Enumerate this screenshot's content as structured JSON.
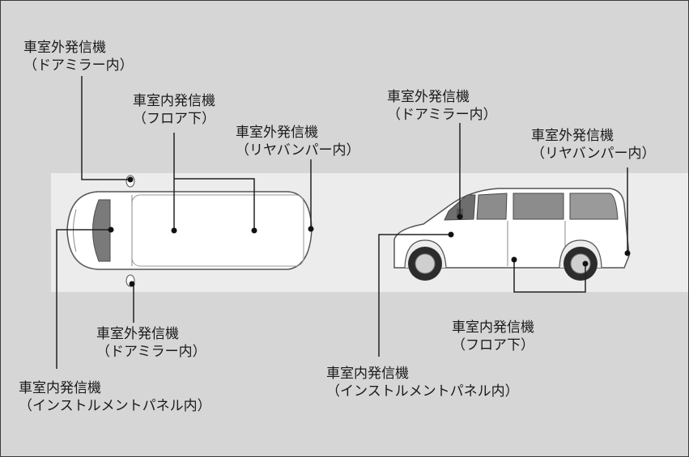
{
  "colors": {
    "background": "#d6d6d6",
    "band": "#ececec",
    "body": "#ffffff",
    "outline": "#555555",
    "glass": "#777777",
    "leader": "#222222"
  },
  "labels": {
    "top_ext_mirror_top": {
      "line1": "車室外発信機",
      "line2": "（ドアミラー内）"
    },
    "top_int_floor": {
      "line1": "車室内発信機",
      "line2": "（フロア下）"
    },
    "top_ext_bumper": {
      "line1": "車室外発信機",
      "line2": "（リヤバンパー内）"
    },
    "top_ext_mirror_bottom": {
      "line1": "車室外発信機",
      "line2": "（ドアミラー内）"
    },
    "top_int_panel": {
      "line1": "車室内発信機",
      "line2": "（インストルメントパネル内）"
    },
    "side_ext_mirror": {
      "line1": "車室外発信機",
      "line2": "（ドアミラー内）"
    },
    "side_ext_bumper": {
      "line1": "車室外発信機",
      "line2": "（リヤバンパー内）"
    },
    "side_int_floor": {
      "line1": "車室内発信機",
      "line2": "（フロア下）"
    },
    "side_int_panel": {
      "line1": "車室内発信機",
      "line2": "（インストルメントパネル内）"
    }
  }
}
